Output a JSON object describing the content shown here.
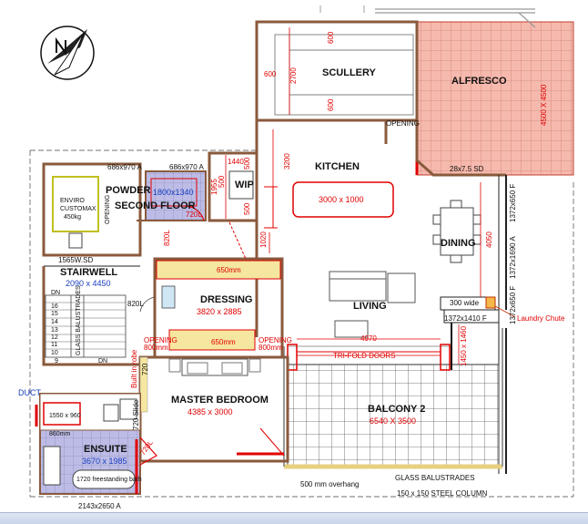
{
  "colors": {
    "wall": "#8a5a3c",
    "dim_line": "#e00000",
    "alfresco": "#f5b5a8",
    "ensuite_tile": "#b8b8e0",
    "balcony_grid": "#444444",
    "yellow_wall": "#f5e6a0"
  },
  "rooms": {
    "scullery": "SCULLERY",
    "alfresco": "ALFRESCO",
    "kitchen": "KITCHEN",
    "island": "3000 x 1000",
    "wip": "WIP",
    "powder": "POWDER",
    "second_floor": "SECOND\nFLOOR",
    "dining": "DINING",
    "living": "LIVING",
    "stairwell": "STAIRWELL",
    "stairwell_size": "2090 x 4450",
    "dressing": "DRESSING",
    "dressing_size": "3820 x 2885",
    "master_bedroom": "MASTER BEDROOM",
    "master_bedroom_size": "4385 x 3000",
    "balcony": "BALCONY 2",
    "balcony_size": "6540 X 3500",
    "ensuite": "ENSUITE",
    "ensuite_size": "3670 x 1985"
  },
  "dimensions": {
    "d600_top": "600",
    "d2700": "2700",
    "d600_left": "600",
    "d600_mid": "600",
    "d4500": "4500 X 4500",
    "d3200": "3200",
    "d1020": "1020",
    "d4050": "4050",
    "d1440": "1440",
    "d500a": "500",
    "d1955": "1955",
    "d500b": "500",
    "d500c": "500",
    "d1800": "1800x1340",
    "d720l_a": "720L",
    "d820l_a": "820L",
    "d820l_b": "820L",
    "d650a": "650mm",
    "d650b": "650mm",
    "d4970": "4970",
    "d1450": "1450 x 1460",
    "d720": "720",
    "d720l_b": "720L"
  },
  "notes": {
    "opening_scullery": "OPENING",
    "sd28": "28x7.5 SD",
    "w686_a": "686x970 A",
    "w686_b": "686x970 A",
    "w1372_a": "1372x650 F",
    "w1372_b": "1372x1690 A",
    "w1372_c": "1372x650 F",
    "w1372_d": "1372x1410 F",
    "wide300": "300 wide",
    "laundry": "Laundry Chute",
    "enviro": "ENVIRO\nCUSTOMAX\n450kg",
    "opening_vert": "OPENING",
    "sd1565": "1565W.SD",
    "dn_top": "DN",
    "dn_bottom": "DN",
    "opening_left": "OPENING\n800mm",
    "opening_right": "OPENING\n800mm",
    "trifold": "TRI-FOLD DOORS",
    "built_in_robe": "Built in robe",
    "duct": "DUCT",
    "shower": "1550 x 960",
    "d860": "860mm",
    "slide720": "720 Slide",
    "bath": "1720 freestanding bath",
    "w2143": "2143x2650 A",
    "overhang": "500 mm overhang",
    "glass": "GLASS BALUSTRADES",
    "column": "150 x 150 STEEL COLUMN",
    "glass_balustrades_stair": "GLASS BALUSTRADES"
  },
  "stairs": [
    "16",
    "15",
    "14",
    "13",
    "12",
    "11",
    "10",
    "9"
  ]
}
